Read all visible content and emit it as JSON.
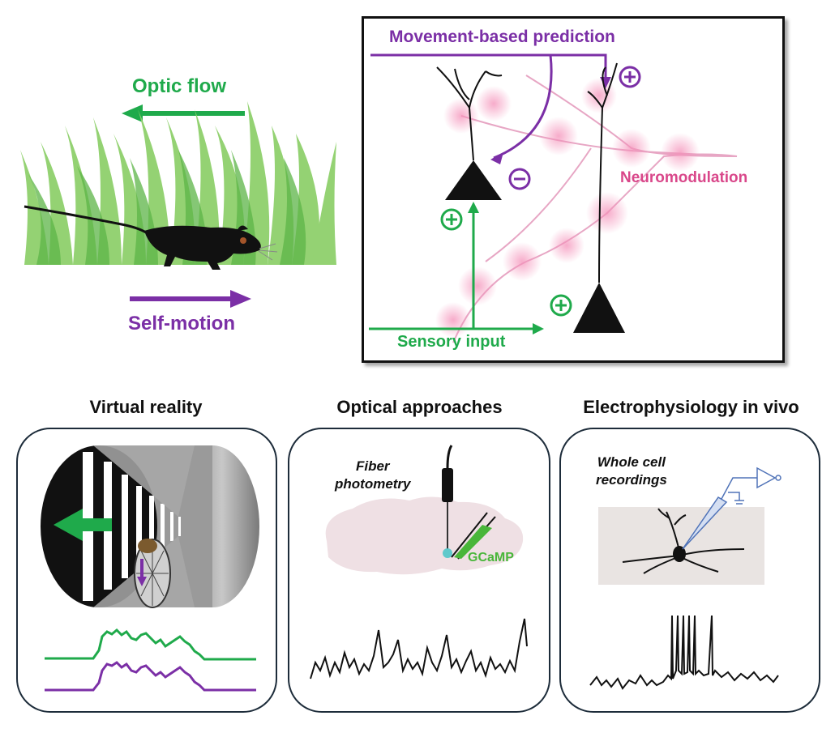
{
  "top_left": {
    "optic_flow_label": "Optic flow",
    "self_motion_label": "Self-motion"
  },
  "circuit": {
    "prediction_label": "Movement-based prediction",
    "neuromodulation_label": "Neuromodulation",
    "sensory_label": "Sensory input"
  },
  "panels": {
    "vr_title": "Virtual reality",
    "optical_title": "Optical approaches",
    "ephys_title": "Electrophysiology in vivo"
  },
  "optical": {
    "fiber_label_line1": "Fiber",
    "fiber_label_line2": "photometry",
    "gcamp_label": "GCaMP"
  },
  "ephys": {
    "whole_cell_line1": "Whole cell",
    "whole_cell_line2": "recordings"
  },
  "colors": {
    "green": "#1faa4b",
    "purple": "#7b2fa6",
    "pink": "#d9478a",
    "panel_border": "#1d2c3a"
  }
}
